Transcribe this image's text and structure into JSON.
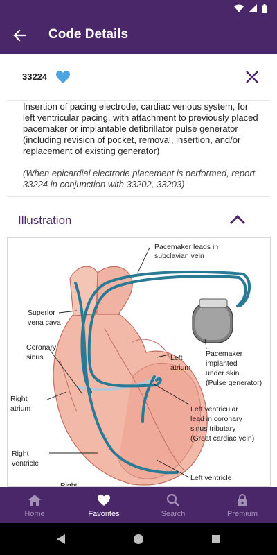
{
  "app_bar": {
    "title": "Code Details",
    "back_icon": "arrow-left-icon"
  },
  "code": {
    "number": "33224",
    "favorite_icon": "heart-icon",
    "favorite_color": "#4ca3e0",
    "close_icon": "close-icon",
    "description": "Insertion of pacing electrode, cardiac venous system, for left ventricular pacing, with attachment to previously placed pacemaker or implantable defibrillator pulse generator (including revision of pocket, removal, insertion, and/or replacement of existing generator)",
    "note": "(When epicardial electrode placement is performed, report 33224 in conjunction with 33202, 33203)"
  },
  "illustration": {
    "heading": "Illustration",
    "toggle_icon": "chevron-up-icon",
    "labels": {
      "pacemaker_leads": [
        "Pacemaker leads in",
        "subclavian vein"
      ],
      "superior_vena_cava": [
        "Superior",
        "vena cava"
      ],
      "coronary_sinus": [
        "Coronary",
        "sinus"
      ],
      "left_atrium": [
        "Left",
        "atrium"
      ],
      "pacemaker": [
        "Pacemaker",
        "implanted",
        "under skin",
        "(Pulse generator)"
      ],
      "right_atrium": [
        "Right",
        "atrium"
      ],
      "lv_lead": [
        "Left ventricular",
        "lead in coronary",
        "sinus tributary",
        "(Great cardiac vein)"
      ],
      "right_ventricle": [
        "Right",
        "ventricle"
      ],
      "left_ventricle": "Left ventricle",
      "partial_bottom": "Right"
    }
  },
  "bottom_nav": [
    {
      "label": "Home",
      "icon": "home-icon",
      "active": false
    },
    {
      "label": "Favorites",
      "icon": "heart-icon",
      "active": true
    },
    {
      "label": "Search",
      "icon": "search-icon",
      "active": false
    },
    {
      "label": "Premium",
      "icon": "lock-icon",
      "active": false
    }
  ],
  "colors": {
    "brand": "#4a2769",
    "accent": "#4ca3e0",
    "lead": "#2a7a96"
  }
}
